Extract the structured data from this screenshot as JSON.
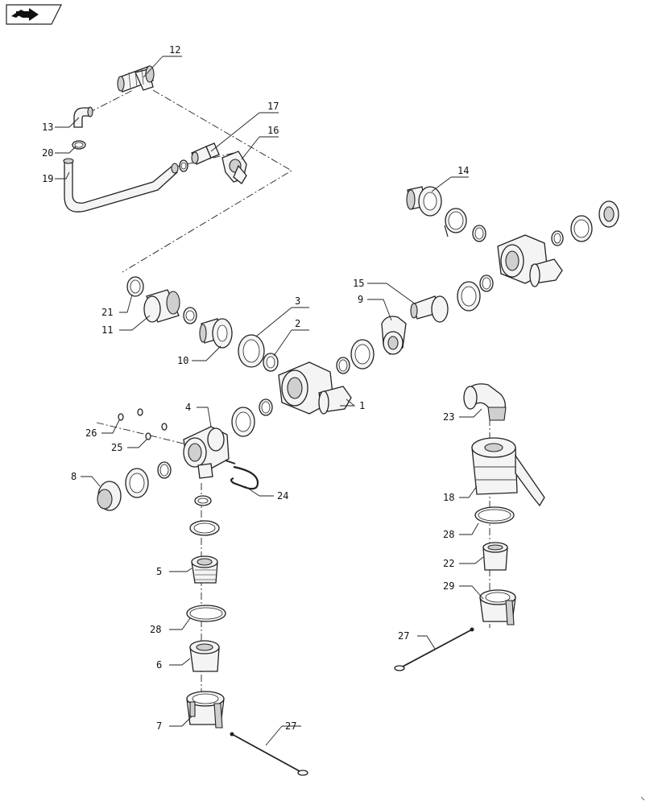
{
  "nav_icon": "exploded-view-arrow-icon",
  "labels": {
    "l12": "12",
    "l13": "13",
    "l20": "20",
    "l19": "19",
    "l17": "17",
    "l16": "16",
    "l14": "14",
    "l15": "15",
    "l9": "9",
    "l21": "21",
    "l11": "11",
    "l3": "3",
    "l2": "2",
    "l10": "10",
    "l1": "1",
    "l4": "4",
    "l26": "26",
    "l25": "25",
    "l8": "8",
    "l24": "24",
    "l23": "23",
    "l18": "18",
    "l28a": "28",
    "l22": "22",
    "l5": "5",
    "l28b": "28",
    "l29": "29",
    "l27a": "27",
    "l6": "6",
    "l7": "7",
    "l27b": "27"
  }
}
